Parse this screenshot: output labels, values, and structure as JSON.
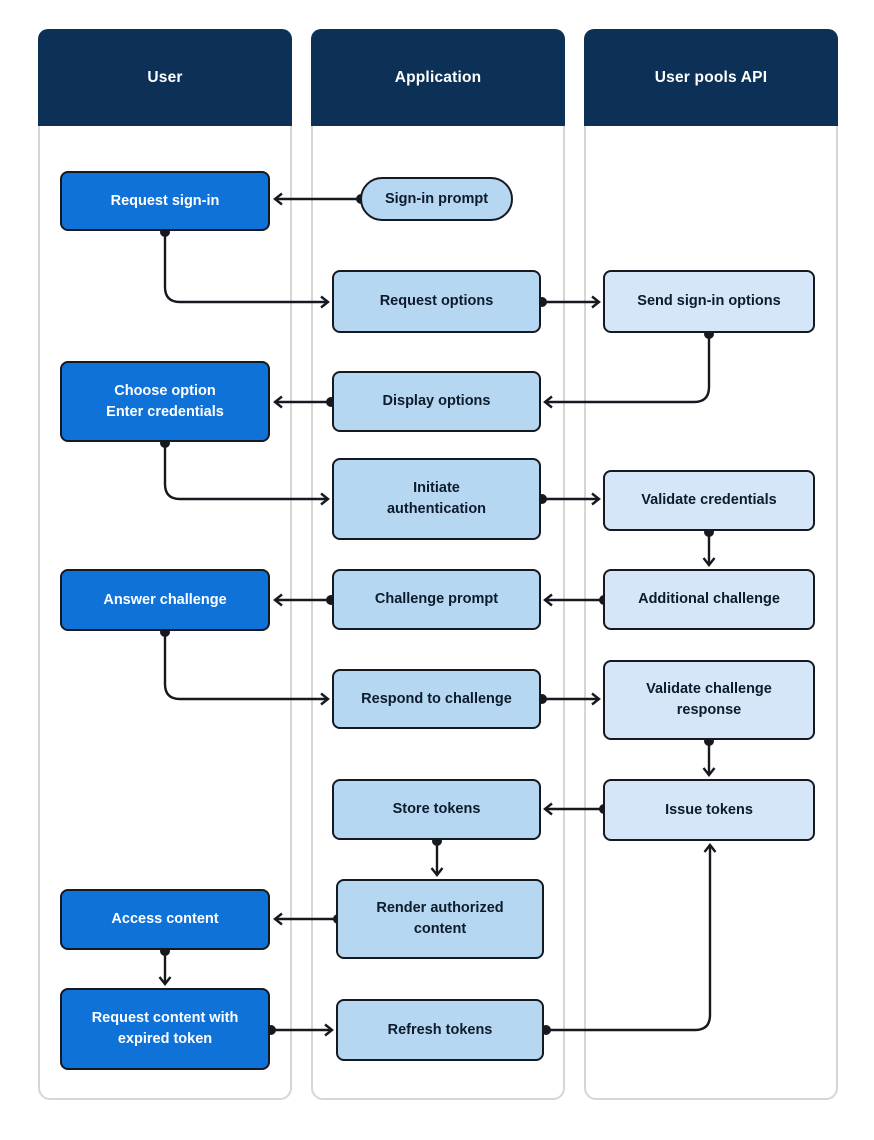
{
  "lanes": [
    {
      "id": "user",
      "title": "User"
    },
    {
      "id": "application",
      "title": "Application"
    },
    {
      "id": "user-pools-api",
      "title": "User pools API"
    }
  ],
  "nodes": {
    "request_signin": {
      "label": "Request sign-in",
      "lane": "User",
      "shape": "rectangle"
    },
    "signin_prompt": {
      "label": "Sign-in prompt",
      "lane": "Application",
      "shape": "stadium"
    },
    "request_options": {
      "label": "Request options",
      "lane": "Application",
      "shape": "rectangle"
    },
    "send_signin_options": {
      "label": "Send sign-in options",
      "lane": "User pools API",
      "shape": "rectangle"
    },
    "choose_option": {
      "label": "Choose option\nEnter credentials",
      "lane": "User",
      "shape": "rectangle"
    },
    "display_options": {
      "label": "Display options",
      "lane": "Application",
      "shape": "rectangle"
    },
    "initiate_authentication": {
      "label": "Initiate\nauthentication",
      "lane": "Application",
      "shape": "rectangle"
    },
    "validate_credentials": {
      "label": "Validate credentials",
      "lane": "User pools API",
      "shape": "rectangle"
    },
    "answer_challenge": {
      "label": "Answer challenge",
      "lane": "User",
      "shape": "rectangle"
    },
    "challenge_prompt": {
      "label": "Challenge prompt",
      "lane": "Application",
      "shape": "rectangle"
    },
    "additional_challenge": {
      "label": "Additional challenge",
      "lane": "User pools API",
      "shape": "rectangle"
    },
    "respond_to_challenge": {
      "label": "Respond to challenge",
      "lane": "Application",
      "shape": "rectangle"
    },
    "validate_challenge_response": {
      "label": "Validate challenge\nresponse",
      "lane": "User pools API",
      "shape": "rectangle"
    },
    "store_tokens": {
      "label": "Store tokens",
      "lane": "Application",
      "shape": "rectangle"
    },
    "issue_tokens": {
      "label": "Issue tokens",
      "lane": "User pools API",
      "shape": "rectangle"
    },
    "access_content": {
      "label": "Access content",
      "lane": "User",
      "shape": "rectangle"
    },
    "render_authorized_content": {
      "label": "Render authorized\ncontent",
      "lane": "Application",
      "shape": "rectangle"
    },
    "request_content_expired": {
      "label": "Request content with\nexpired token",
      "lane": "User",
      "shape": "rectangle"
    },
    "refresh_tokens": {
      "label": "Refresh tokens",
      "lane": "Application",
      "shape": "rectangle"
    }
  },
  "edges": [
    {
      "from": "signin_prompt",
      "to": "request_signin"
    },
    {
      "from": "request_signin",
      "to": "request_options"
    },
    {
      "from": "request_options",
      "to": "send_signin_options"
    },
    {
      "from": "send_signin_options",
      "to": "display_options"
    },
    {
      "from": "display_options",
      "to": "choose_option"
    },
    {
      "from": "choose_option",
      "to": "initiate_authentication"
    },
    {
      "from": "initiate_authentication",
      "to": "validate_credentials"
    },
    {
      "from": "validate_credentials",
      "to": "additional_challenge"
    },
    {
      "from": "additional_challenge",
      "to": "challenge_prompt"
    },
    {
      "from": "challenge_prompt",
      "to": "answer_challenge"
    },
    {
      "from": "answer_challenge",
      "to": "respond_to_challenge"
    },
    {
      "from": "respond_to_challenge",
      "to": "validate_challenge_response"
    },
    {
      "from": "validate_challenge_response",
      "to": "issue_tokens"
    },
    {
      "from": "issue_tokens",
      "to": "store_tokens"
    },
    {
      "from": "store_tokens",
      "to": "render_authorized_content"
    },
    {
      "from": "render_authorized_content",
      "to": "access_content"
    },
    {
      "from": "access_content",
      "to": "request_content_expired"
    },
    {
      "from": "request_content_expired",
      "to": "refresh_tokens"
    },
    {
      "from": "refresh_tokens",
      "to": "issue_tokens"
    }
  ],
  "colors": {
    "lane_header": "#0d3156",
    "lane_border": "#d6d6d6",
    "user_node": "#0e72d8",
    "application_node": "#b5d7f2",
    "api_node": "#d4e6f8",
    "node_border": "#16191f",
    "connector": "#16191f",
    "node_text_light": "#ffffff",
    "node_text_dark": "#0d1b2b"
  }
}
